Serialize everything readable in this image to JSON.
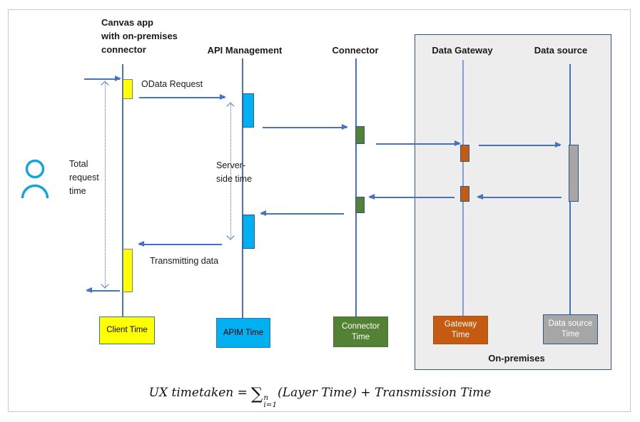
{
  "colors": {
    "client": "#FFFF00",
    "apim": "#00B0F0",
    "connector": "#548235",
    "gateway": "#C55A11",
    "datasource": "#A6A6A6",
    "arrow": "#4472C4",
    "person": "#12A3E0",
    "onprem_fill": "#EDEDED",
    "onprem_border": "#2F5597"
  },
  "actors": {
    "client": "Canvas app\nwith on-premises\nconnector",
    "apim": "API Management",
    "connector": "Connector",
    "gateway": "Data Gateway",
    "datasource": "Data source"
  },
  "messages": {
    "odata": "OData Request",
    "transmitting": "Transmitting data"
  },
  "measures": {
    "total_request": "Total\nrequest\ntime",
    "server_side": "Server-\nside time"
  },
  "legend": [
    {
      "label": "Client Time",
      "color": "#FFFF00"
    },
    {
      "label": "APIM Time",
      "color": "#00B0F0"
    },
    {
      "label": "Connector\nTime",
      "color": "#548235"
    },
    {
      "label": "Gateway\nTime",
      "color": "#C55A11"
    },
    {
      "label": "Data source\nTime",
      "color": "#A6A6A6"
    }
  ],
  "region": {
    "label": "On-premises"
  },
  "formula": {
    "lhs": "UX timetaken =",
    "sigma": "∑",
    "sup": "n",
    "sub": "i=1",
    "rhs": "(Layer Time) + Transmission Time"
  }
}
